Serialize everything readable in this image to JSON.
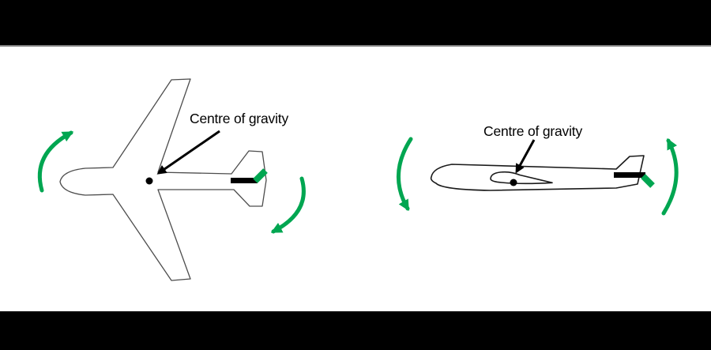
{
  "left_diagram": {
    "cg_label": "Centre of gravity",
    "subject": "aircraft top view with rudder deflected and yaw rotation arrows"
  },
  "right_diagram": {
    "cg_label": "Centre of gravity",
    "subject": "aircraft side view with elevator deflected and pitch rotation arrows"
  },
  "icons": {
    "yaw_arrow_nose": "curved-rotation-arrow",
    "yaw_arrow_tail": "curved-rotation-arrow",
    "pitch_arrow_nose": "curved-rotation-arrow",
    "pitch_arrow_tail": "curved-rotation-arrow",
    "cg_marker": "filled-dot",
    "cg_pointer": "straight-arrow"
  },
  "colors": {
    "rotation_arrow_green": "#00a651",
    "control_surface_black": "#000000",
    "outline_left": "#4d4d4d",
    "outline_right": "#1a1a1a",
    "canvas_white": "#ffffff",
    "letterbox_black": "#000000",
    "divider_gray": "#7f7f7f"
  }
}
